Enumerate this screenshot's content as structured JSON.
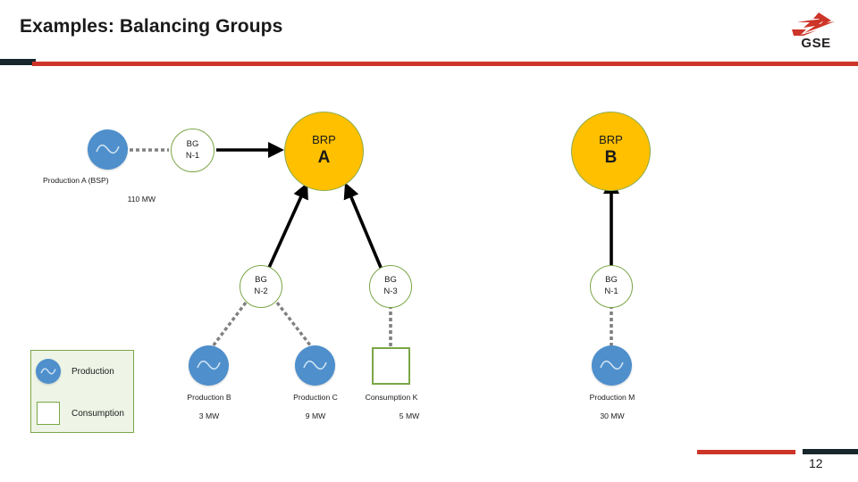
{
  "header": {
    "title": "Examples: Balancing Groups",
    "logo_text": "GSE",
    "logo_icon": "gse-lightning-logo"
  },
  "footer": {
    "page_number": "12"
  },
  "colors": {
    "accent_red": "#cd3529",
    "accent_dark": "#17272c",
    "brp_fill": "#ffc000",
    "node_border_green": "#7ba648",
    "production_blue": "#4e8fcc",
    "legend_fill": "#eef5e6"
  },
  "diagram": {
    "brp_nodes": [
      {
        "id": "brp-a",
        "kind": "BRP",
        "name": "A"
      },
      {
        "id": "brp-b",
        "kind": "BRP",
        "name": "B"
      }
    ],
    "bg_nodes": [
      {
        "id": "bg-n1-left",
        "line1": "BG",
        "line2": "N-1"
      },
      {
        "id": "bg-n2",
        "line1": "BG",
        "line2": "N-2"
      },
      {
        "id": "bg-n3",
        "line1": "BG",
        "line2": "N-3"
      },
      {
        "id": "bg-n1-right",
        "line1": "BG",
        "line2": "N-1"
      }
    ],
    "assets": [
      {
        "id": "production-a",
        "type": "production",
        "label": "Production A (BSP)",
        "value": "110 MW"
      },
      {
        "id": "production-b",
        "type": "production",
        "label": "Production B",
        "value": "3 MW"
      },
      {
        "id": "production-c",
        "type": "production",
        "label": "Production C",
        "value": "9 MW"
      },
      {
        "id": "consumption-k",
        "type": "consumption",
        "label": "Consumption K",
        "value": "5 MW"
      },
      {
        "id": "production-m",
        "type": "production",
        "label": "Production M",
        "value": "30 MW"
      }
    ]
  },
  "legend": {
    "items": [
      {
        "id": "legend-production",
        "label": "Production",
        "swatch": "blue-circle"
      },
      {
        "id": "legend-consumption",
        "label": "Consumption",
        "swatch": "green-square"
      }
    ]
  }
}
